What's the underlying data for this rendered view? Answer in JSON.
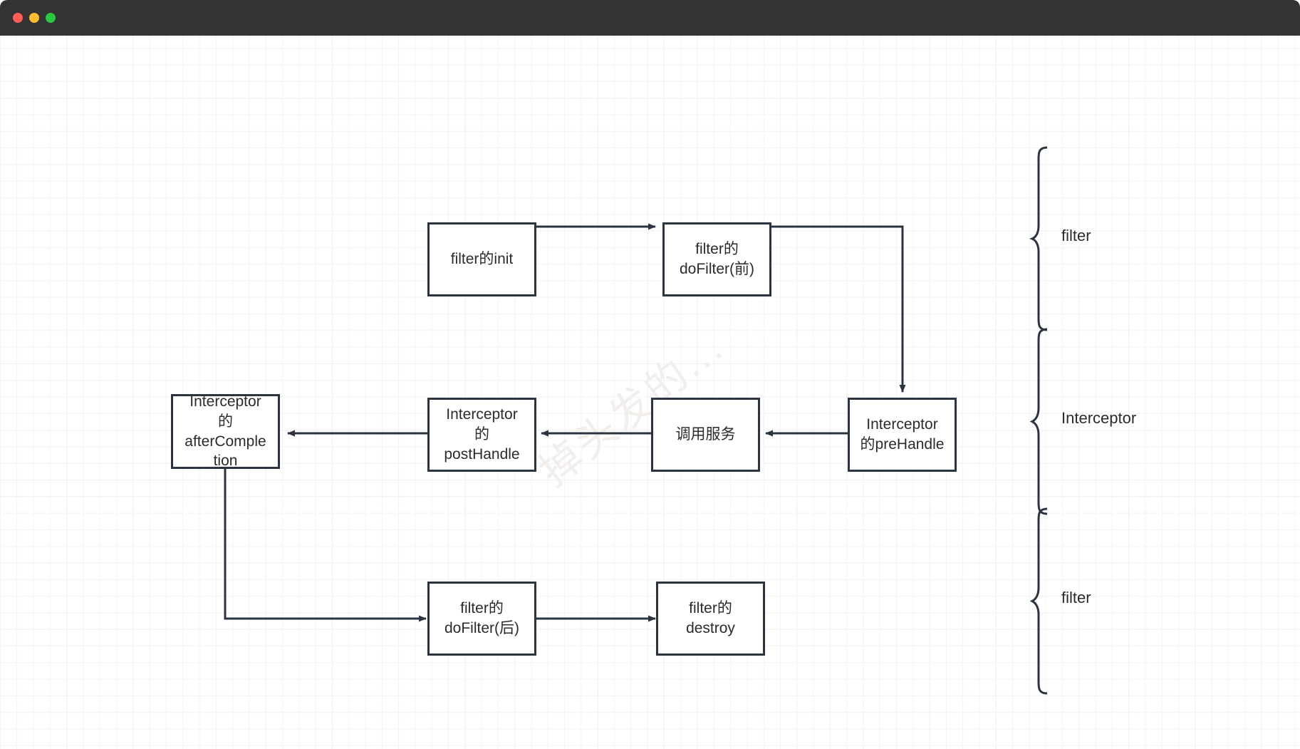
{
  "window": {
    "traffic_lights": [
      {
        "name": "close",
        "color": "#ff5f57"
      },
      {
        "name": "minimize",
        "color": "#febc2e"
      },
      {
        "name": "maximize",
        "color": "#28c840"
      }
    ],
    "titlebar_color": "#333333"
  },
  "canvas": {
    "background": "#ffffff",
    "grid_minor_color": "#f3f3f3",
    "grid_major_color": "#ebebeb",
    "watermark": "掉头发的..."
  },
  "diagram": {
    "node_border_color": "#2b3440",
    "node_text_color": "#2b2b2b",
    "nodes": [
      {
        "id": "filter-init",
        "label": "filter的init"
      },
      {
        "id": "filter-dofilter-before",
        "label": "filter的\ndoFilter(前)"
      },
      {
        "id": "interceptor-prehandle",
        "label": "Interceptor\n的preHandle"
      },
      {
        "id": "call-service",
        "label": "调用服务"
      },
      {
        "id": "interceptor-posthandle",
        "label": "Interceptor\n的\npostHandle"
      },
      {
        "id": "interceptor-aftercompletion",
        "label": "Interceptor\n的\nafterComple\ntion"
      },
      {
        "id": "filter-dofilter-after",
        "label": "filter的\ndoFilter(后)"
      },
      {
        "id": "filter-destroy",
        "label": "filter的\ndestroy"
      }
    ],
    "braces": [
      {
        "id": "brace-filter-top",
        "label": "filter"
      },
      {
        "id": "brace-interceptor",
        "label": "Interceptor"
      },
      {
        "id": "brace-filter-bottom",
        "label": "filter"
      }
    ]
  }
}
